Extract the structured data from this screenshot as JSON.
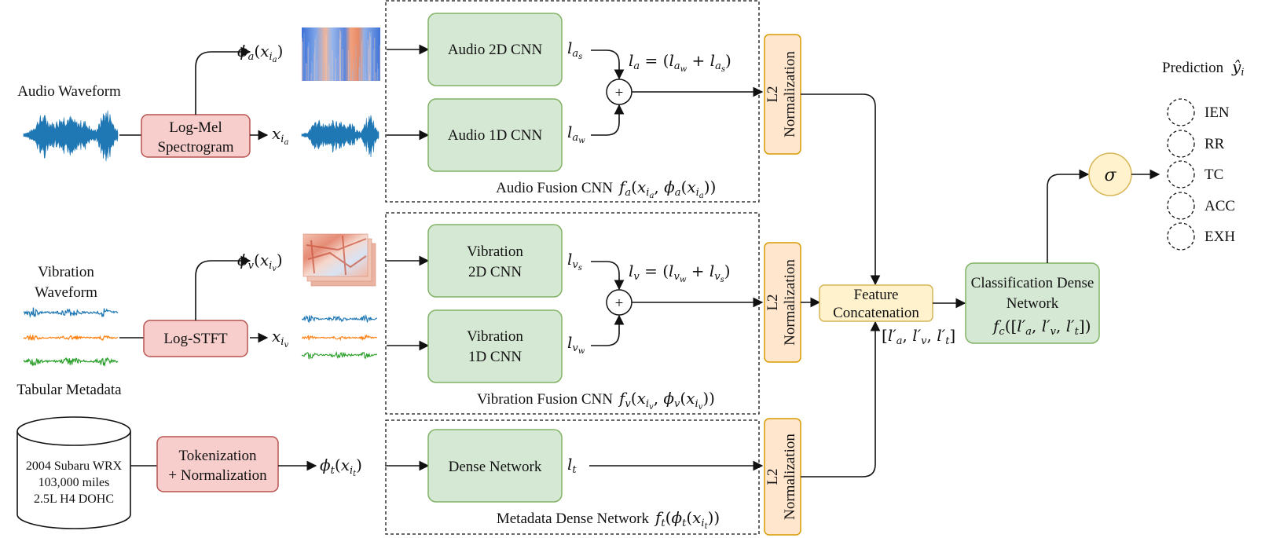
{
  "inputs": {
    "audio_waveform": "Audio Waveform",
    "vibration_waveform_line1": "Vibration",
    "vibration_waveform_line2": "Waveform",
    "tabular_metadata": "Tabular Metadata",
    "metadata_line1": "2004 Subaru WRX",
    "metadata_line2": "103,000 miles",
    "metadata_line3": "2.5L H4 DOHC"
  },
  "preprocessing": {
    "logmel_line1": "Log-Mel",
    "logmel_line2": "Spectrogram",
    "logstft": "Log-STFT",
    "tokenization_line1": "Tokenization",
    "tokenization_line2": "+ Normalization"
  },
  "networks": {
    "audio_2d": "Audio 2D CNN",
    "audio_1d": "Audio 1D CNN",
    "vibration_2d_line1": "Vibration",
    "vibration_2d_line2": "2D CNN",
    "vibration_1d_line1": "Vibration",
    "vibration_1d_line2": "1D CNN",
    "dense": "Dense Network",
    "audio_fusion_caption": "Audio Fusion CNN",
    "vibration_fusion_caption": "Vibration Fusion CNN",
    "metadata_dense_caption": "Metadata Dense Network"
  },
  "normalization": {
    "line1": "L2",
    "line2": "Normalization"
  },
  "fusion": {
    "concat_line1": "Feature",
    "concat_line2": "Concatenation",
    "classifier_line1": "Classification Dense",
    "classifier_line2": "Network"
  },
  "output": {
    "prediction_label": "Prediction",
    "sigma": "σ",
    "plus": "+",
    "classes": [
      "IEN",
      "RR",
      "TC",
      "ACC",
      "EXH"
    ]
  },
  "colors": {
    "pink_fill": "#f8cecc",
    "pink_stroke": "#b85450",
    "green_fill": "#d5e8d4",
    "green_stroke": "#82b366",
    "orange_fill": "#ffe6cc",
    "orange_stroke": "#d79b00",
    "yellow_fill": "#fff2cc",
    "yellow_stroke": "#d6b656",
    "audio_wave": "#1f77b4",
    "vib_x": "#1f77b4",
    "vib_y": "#ff7f0e",
    "vib_z": "#2ca02c"
  }
}
